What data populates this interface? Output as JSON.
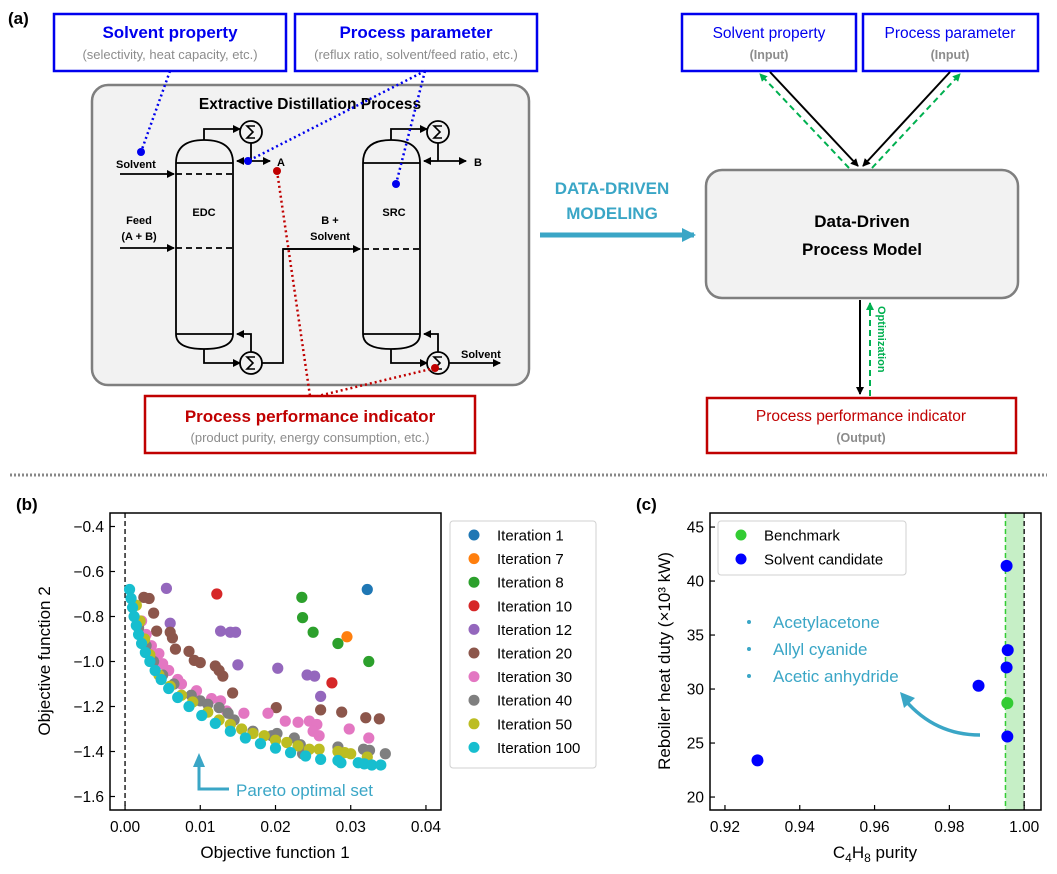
{
  "panel_a": {
    "label": "(a)",
    "solvent_box": {
      "title": "Solvent property",
      "subtitle": "(selectivity, heat capacity, etc.)"
    },
    "param_box": {
      "title": "Process parameter",
      "subtitle": "(reflux ratio, solvent/feed ratio, etc.)"
    },
    "perf_box": {
      "title": "Process performance indicator",
      "subtitle": "(product purity, energy consumption, etc.)"
    },
    "process_title": "Extractive Distillation Process",
    "streams": {
      "solvent_in": "Solvent",
      "feed_line1": "Feed",
      "feed_line2": "(A + B)",
      "product_a": "A",
      "product_b": "B",
      "mid_line1": "B +",
      "mid_line2": "Solvent",
      "solvent_out": "Solvent"
    },
    "columns": {
      "edc": "EDC",
      "src": "SRC"
    },
    "arrow_label_line1": "DATA-DRIVEN",
    "arrow_label_line2": "MODELING",
    "model_box": {
      "line1": "Data-Driven",
      "line2": "Process Model"
    },
    "input_box_1": {
      "title": "Solvent property",
      "subtitle": "(Input)"
    },
    "input_box_2": {
      "title": "Process parameter",
      "subtitle": "(Input)"
    },
    "output_box": {
      "title": "Process performance indicator",
      "subtitle": "(Output)"
    },
    "optimization_label": "Optimization",
    "colors": {
      "blue": "#0000ee",
      "red": "#c00000",
      "teal": "#3aa6c6",
      "green": "#00b050",
      "gray_text": "#8c8c8c"
    }
  },
  "chart_data": [
    {
      "panel": "(b)",
      "type": "scatter",
      "xlabel": "Objective function 1",
      "ylabel": "Objective function 2",
      "xlim": [
        -0.002,
        0.042
      ],
      "ylim": [
        -1.66,
        -0.34
      ],
      "xticks": [
        "0.00",
        "0.01",
        "0.02",
        "0.03",
        "0.04"
      ],
      "xtick_values": [
        0.0,
        0.01,
        0.02,
        0.03,
        0.04
      ],
      "yticks": [
        "-0.4",
        "-0.6",
        "-0.8",
        "-1.0",
        "-1.2",
        "-1.4",
        "-1.6"
      ],
      "ytick_values": [
        -0.4,
        -0.6,
        -0.8,
        -1.0,
        -1.2,
        -1.4,
        -1.6
      ],
      "vline_x": 0.0,
      "legend_position": "outside-right",
      "annotation": "Pareto optimal set",
      "series": [
        {
          "name": "Iteration 1",
          "color": "#1f77b4",
          "points": [
            [
              0.0322,
              -0.68
            ]
          ]
        },
        {
          "name": "Iteration 7",
          "color": "#ff7f0e",
          "points": [
            [
              0.0295,
              -0.89
            ]
          ]
        },
        {
          "name": "Iteration 8",
          "color": "#2ca02c",
          "points": [
            [
              0.0235,
              -0.715
            ],
            [
              0.0236,
              -0.805
            ],
            [
              0.025,
              -0.87
            ],
            [
              0.0283,
              -0.92
            ],
            [
              0.0324,
              -1.0
            ]
          ]
        },
        {
          "name": "Iteration 10",
          "color": "#d62728",
          "points": [
            [
              0.0122,
              -0.7
            ],
            [
              0.0275,
              -1.095
            ]
          ]
        },
        {
          "name": "Iteration 12",
          "color": "#9467bd",
          "points": [
            [
              0.0055,
              -0.675
            ],
            [
              0.006,
              -0.83
            ],
            [
              0.0127,
              -0.865
            ],
            [
              0.014,
              -0.87
            ],
            [
              0.0147,
              -0.87
            ],
            [
              0.015,
              -1.015
            ],
            [
              0.0203,
              -1.03
            ],
            [
              0.0242,
              -1.06
            ],
            [
              0.0252,
              -1.065
            ],
            [
              0.026,
              -1.155
            ]
          ]
        },
        {
          "name": "Iteration 20",
          "color": "#8c564b",
          "points": [
            [
              0.0025,
              -0.715
            ],
            [
              0.0032,
              -0.72
            ],
            [
              0.0038,
              -0.785
            ],
            [
              0.0042,
              -0.865
            ],
            [
              0.006,
              -0.87
            ],
            [
              0.0063,
              -0.895
            ],
            [
              0.0067,
              -0.945
            ],
            [
              0.0085,
              -0.955
            ],
            [
              0.0092,
              -0.995
            ],
            [
              0.01,
              -1.005
            ],
            [
              0.012,
              -1.02
            ],
            [
              0.0125,
              -1.04
            ],
            [
              0.013,
              -1.065
            ],
            [
              0.0143,
              -1.14
            ],
            [
              0.0201,
              -1.205
            ],
            [
              0.026,
              -1.215
            ],
            [
              0.0288,
              -1.225
            ],
            [
              0.032,
              -1.25
            ],
            [
              0.0338,
              -1.255
            ]
          ]
        },
        {
          "name": "Iteration 30",
          "color": "#e377c2",
          "points": [
            [
              0.0022,
              -0.82
            ],
            [
              0.0028,
              -0.88
            ],
            [
              0.0035,
              -0.93
            ],
            [
              0.0045,
              -0.965
            ],
            [
              0.005,
              -1.01
            ],
            [
              0.0058,
              -1.04
            ],
            [
              0.007,
              -1.08
            ],
            [
              0.0075,
              -1.1
            ],
            [
              0.0095,
              -1.13
            ],
            [
              0.0115,
              -1.165
            ],
            [
              0.0127,
              -1.175
            ],
            [
              0.0135,
              -1.22
            ],
            [
              0.0158,
              -1.23
            ],
            [
              0.019,
              -1.23
            ],
            [
              0.0213,
              -1.265
            ],
            [
              0.023,
              -1.27
            ],
            [
              0.0245,
              -1.265
            ],
            [
              0.0255,
              -1.28
            ],
            [
              0.025,
              -1.31
            ],
            [
              0.0258,
              -1.33
            ],
            [
              0.0298,
              -1.3
            ],
            [
              0.0324,
              -1.34
            ]
          ]
        },
        {
          "name": "Iteration 40",
          "color": "#7f7f7f",
          "points": [
            [
              0.0018,
              -0.85
            ],
            [
              0.0028,
              -0.93
            ],
            [
              0.0038,
              -1.0
            ],
            [
              0.005,
              -1.06
            ],
            [
              0.0065,
              -1.1
            ],
            [
              0.0088,
              -1.15
            ],
            [
              0.01,
              -1.175
            ],
            [
              0.011,
              -1.19
            ],
            [
              0.0125,
              -1.205
            ],
            [
              0.0137,
              -1.23
            ],
            [
              0.0145,
              -1.26
            ],
            [
              0.017,
              -1.31
            ],
            [
              0.0195,
              -1.33
            ],
            [
              0.0202,
              -1.32
            ],
            [
              0.0225,
              -1.34
            ],
            [
              0.0233,
              -1.37
            ],
            [
              0.0236,
              -1.41
            ],
            [
              0.0283,
              -1.38
            ],
            [
              0.0317,
              -1.39
            ],
            [
              0.0325,
              -1.395
            ],
            [
              0.0346,
              -1.41
            ]
          ]
        },
        {
          "name": "Iteration 50",
          "color": "#bcbd22",
          "points": [
            [
              0.0015,
              -0.75
            ],
            [
              0.002,
              -0.82
            ],
            [
              0.0026,
              -0.9
            ],
            [
              0.0033,
              -0.97
            ],
            [
              0.0045,
              -1.06
            ],
            [
              0.006,
              -1.11
            ],
            [
              0.0075,
              -1.15
            ],
            [
              0.009,
              -1.18
            ],
            [
              0.011,
              -1.225
            ],
            [
              0.0125,
              -1.26
            ],
            [
              0.014,
              -1.28
            ],
            [
              0.0155,
              -1.3
            ],
            [
              0.017,
              -1.32
            ],
            [
              0.0185,
              -1.33
            ],
            [
              0.02,
              -1.35
            ],
            [
              0.0215,
              -1.36
            ],
            [
              0.023,
              -1.375
            ],
            [
              0.0245,
              -1.39
            ],
            [
              0.0258,
              -1.39
            ],
            [
              0.0283,
              -1.4
            ],
            [
              0.0292,
              -1.405
            ],
            [
              0.03,
              -1.41
            ],
            [
              0.0322,
              -1.425
            ]
          ]
        },
        {
          "name": "Iteration 100",
          "color": "#17becf",
          "points": [
            [
              0.0006,
              -0.68
            ],
            [
              0.0008,
              -0.72
            ],
            [
              0.001,
              -0.76
            ],
            [
              0.0012,
              -0.8
            ],
            [
              0.0015,
              -0.84
            ],
            [
              0.0018,
              -0.88
            ],
            [
              0.0022,
              -0.92
            ],
            [
              0.0027,
              -0.96
            ],
            [
              0.0033,
              -1.0
            ],
            [
              0.004,
              -1.04
            ],
            [
              0.0048,
              -1.08
            ],
            [
              0.0058,
              -1.12
            ],
            [
              0.007,
              -1.16
            ],
            [
              0.0085,
              -1.2
            ],
            [
              0.0102,
              -1.24
            ],
            [
              0.012,
              -1.275
            ],
            [
              0.014,
              -1.31
            ],
            [
              0.016,
              -1.34
            ],
            [
              0.018,
              -1.365
            ],
            [
              0.02,
              -1.385
            ],
            [
              0.022,
              -1.405
            ],
            [
              0.024,
              -1.42
            ],
            [
              0.026,
              -1.435
            ],
            [
              0.0283,
              -1.44
            ],
            [
              0.0287,
              -1.45
            ],
            [
              0.031,
              -1.45
            ],
            [
              0.0318,
              -1.455
            ],
            [
              0.0328,
              -1.46
            ],
            [
              0.034,
              -1.46
            ]
          ]
        }
      ]
    },
    {
      "panel": "(c)",
      "type": "scatter",
      "xlabel": "C4H8 purity",
      "xlabel_parts": [
        "C",
        "4",
        "H",
        "8",
        " purity"
      ],
      "ylabel": "Reboiler heat duty (×10³ kW)",
      "xlim": [
        0.916,
        1.0045
      ],
      "ylim": [
        18.8,
        46.3
      ],
      "xticks": [
        "0.92",
        "0.94",
        "0.96",
        "0.98",
        "1.00"
      ],
      "xtick_values": [
        0.92,
        0.94,
        0.96,
        0.98,
        1.0
      ],
      "yticks": [
        "20",
        "25",
        "30",
        "35",
        "40",
        "45"
      ],
      "ytick_values": [
        20,
        25,
        30,
        35,
        40,
        45
      ],
      "shaded_band_x": [
        0.995,
        1.0
      ],
      "band_color": "#c6efc6",
      "legend_position": "upper-left",
      "series": [
        {
          "name": "Benchmark",
          "color": "#33cc33",
          "points": [
            [
              0.9955,
              28.7
            ]
          ]
        },
        {
          "name": "Solvent candidate",
          "color": "#0000ff",
          "points": [
            [
              0.9287,
              23.4
            ],
            [
              0.9878,
              30.3
            ],
            [
              0.9953,
              41.4
            ],
            [
              0.9956,
              33.6
            ],
            [
              0.9953,
              32.0
            ],
            [
              0.9955,
              25.6
            ]
          ]
        }
      ],
      "annotation_list": [
        "Acetylacetone",
        "Allyl cyanide",
        "Acetic anhydride"
      ]
    }
  ]
}
